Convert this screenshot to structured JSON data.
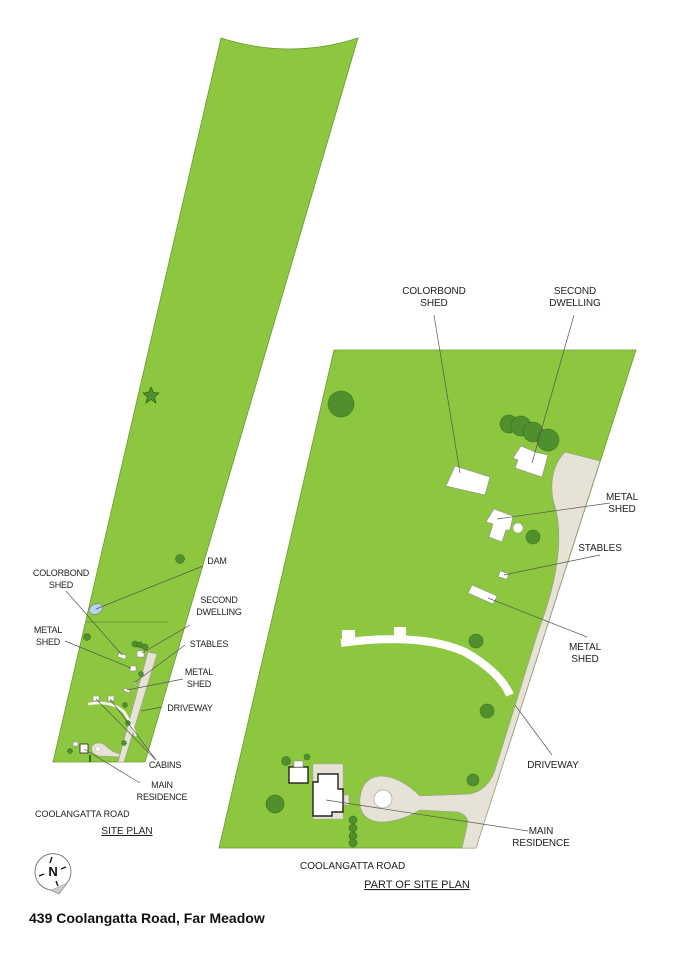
{
  "title": "439 Coolangatta Road, Far Meadow",
  "colors": {
    "grass": "#8dc63f",
    "trees": "#4f8f2d",
    "driveway": "#e6e2d6",
    "buildings": "#ffffff",
    "dam": "#b9d3ee"
  },
  "compass": {
    "letter": "N"
  },
  "site_plan": {
    "caption": "SITE PLAN",
    "road": "COOLANGATTA ROAD",
    "labels": {
      "dam": "DAM",
      "colorbond_shed_1": "COLORBOND",
      "colorbond_shed_2": "SHED",
      "second_dwelling_1": "SECOND",
      "second_dwelling_2": "DWELLING",
      "metal_shed_a_1": "METAL",
      "metal_shed_a_2": "SHED",
      "stables": "STABLES",
      "metal_shed_b_1": "METAL",
      "metal_shed_b_2": "SHED",
      "driveway": "DRIVEWAY",
      "cabins": "CABINS",
      "main_residence_1": "MAIN",
      "main_residence_2": "RESIDENCE"
    }
  },
  "part_site_plan": {
    "caption": "PART OF SITE PLAN",
    "road": "COOLANGATTA ROAD",
    "labels": {
      "colorbond_shed_1": "COLORBOND",
      "colorbond_shed_2": "SHED",
      "second_dwelling_1": "SECOND",
      "second_dwelling_2": "DWELLING",
      "metal_shed_a_1": "METAL",
      "metal_shed_a_2": "SHED",
      "stables": "STABLES",
      "metal_shed_b_1": "METAL",
      "metal_shed_b_2": "SHED",
      "driveway": "DRIVEWAY",
      "main_residence_1": "MAIN",
      "main_residence_2": "RESIDENCE"
    }
  }
}
